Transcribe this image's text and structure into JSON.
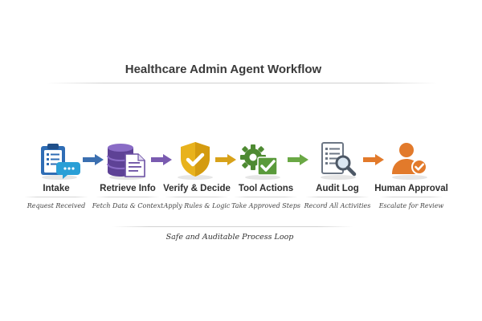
{
  "title": "Healthcare Admin Agent Workflow",
  "steps": [
    {
      "label": "Intake",
      "sublabel": "Request Received",
      "icon": "clipboard-chat-icon",
      "color": "#2f6db5"
    },
    {
      "label": "Retrieve Info",
      "sublabel": "Fetch Data & Context",
      "icon": "database-document-icon",
      "color": "#6a4fa3"
    },
    {
      "label": "Verify & Decide",
      "sublabel": "Apply Rules & Logic",
      "icon": "shield-check-icon",
      "color": "#e8b21d"
    },
    {
      "label": "Tool Actions",
      "sublabel": "Take Approved Steps",
      "icon": "gear-check-icon",
      "color": "#5a9a3b"
    },
    {
      "label": "Audit Log",
      "sublabel": "Record All Activities",
      "icon": "log-magnifier-icon",
      "color": "#6d7785"
    },
    {
      "label": "Human Approval",
      "sublabel": "Escalate for Review",
      "icon": "person-check-icon",
      "color": "#e27a2b"
    }
  ],
  "arrows": [
    {
      "color": "#3b6fb0"
    },
    {
      "color": "#7a5bb0"
    },
    {
      "color": "#d8a21a"
    },
    {
      "color": "#6aa845"
    },
    {
      "color": "#e27a2b"
    }
  ],
  "footer": "Safe and Auditable Process Loop"
}
